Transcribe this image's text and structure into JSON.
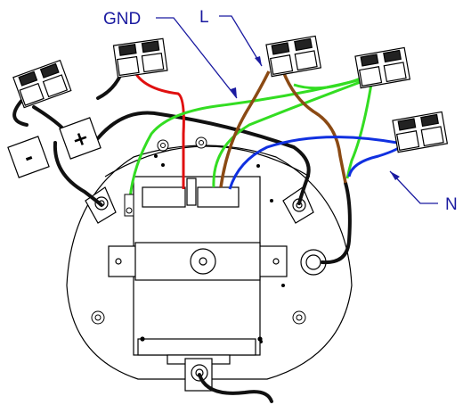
{
  "labels": {
    "gnd": "GND",
    "live": "L",
    "neutral": "N",
    "minus": "-",
    "plus": "+"
  },
  "colors": {
    "leader_line": "#1a1aa0",
    "wire_black": "#111111",
    "wire_red": "#e01010",
    "wire_green": "#33dd22",
    "wire_brown": "#8b4a14",
    "wire_blue": "#1030e0",
    "connector_fill": "#ffffff",
    "outline": "#000000"
  },
  "wires": [
    "black",
    "red",
    "green",
    "brown",
    "blue"
  ],
  "connectors": [
    "terminal-block-1",
    "terminal-block-2",
    "terminal-block-l",
    "terminal-block-gnd",
    "terminal-block-n"
  ]
}
